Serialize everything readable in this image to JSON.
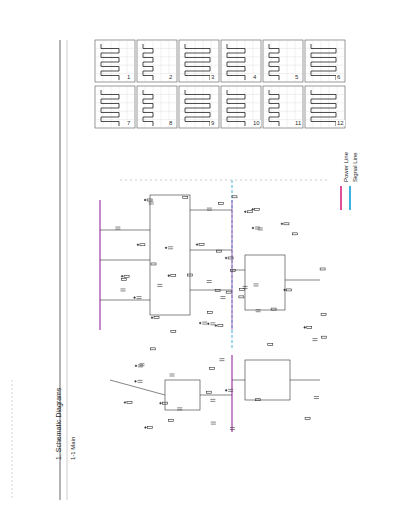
{
  "diagram": {
    "title": "1. Schematic Diagrams",
    "labels": [
      "1-1 Main",
      "1",
      "2",
      "3",
      "4",
      "5",
      "6",
      "7",
      "8",
      "9",
      "10",
      "11",
      "12"
    ],
    "legend": [
      {
        "text": "Power Line",
        "color": "#e0509a"
      },
      {
        "text": "Signal Line",
        "color": "#3fb0e0"
      }
    ]
  }
}
